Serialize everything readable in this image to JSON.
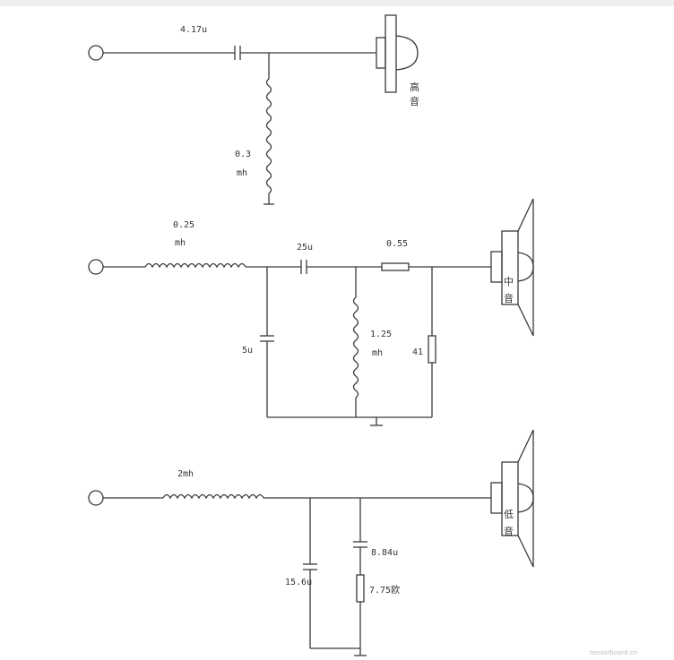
{
  "tweeter": {
    "cap": "4.17u",
    "ind_value": "0.3",
    "ind_unit": "mh",
    "label_1": "高",
    "label_2": "音"
  },
  "mid": {
    "ind_value": "0.25",
    "ind_unit": "mh",
    "cap_series": "25u",
    "res_series": "0.55",
    "cap_shunt": "5u",
    "ind2_value": "1.25",
    "ind2_unit": "mh",
    "res_shunt": "41",
    "label_1": "中",
    "label_2": "音"
  },
  "woofer": {
    "ind": "2mh",
    "cap_shunt": "15.6u",
    "cap_zobel": "8.84u",
    "res_zobel": "7.75欧",
    "label_1": "低",
    "label_2": "音"
  },
  "watermark": "tensorboard.cn"
}
